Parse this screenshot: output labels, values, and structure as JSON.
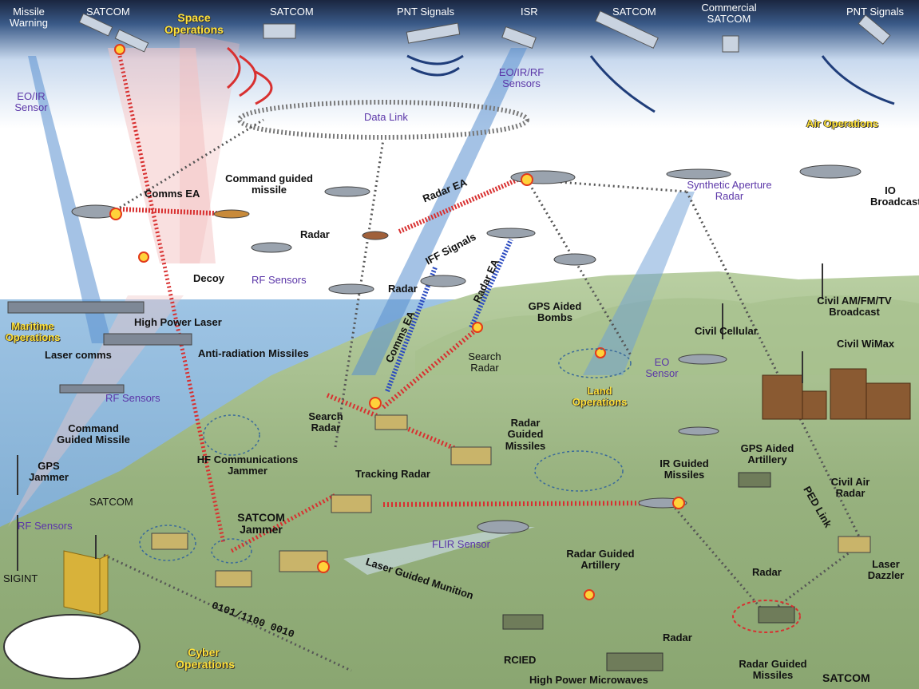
{
  "domains": {
    "space": "Space Operations",
    "air": "Air Operations",
    "maritime": "Maritime Operations",
    "land": "Land Operations",
    "cyber": "Cyber Operations"
  },
  "top_labels": {
    "missile_warning": "Missile Warning",
    "satcom1": "SATCOM",
    "satcom2": "SATCOM",
    "pnt1": "PNT Signals",
    "isr": "ISR",
    "satcom3": "SATCOM",
    "commercial_satcom": "Commercial SATCOM",
    "pnt2": "PNT Signals"
  },
  "sensors": {
    "eoir": "EO/IR Sensor",
    "eoirrf": "EO/IR/RF Sensors",
    "rf1": "RF Sensors",
    "rf2": "RF Sensors",
    "rf3": "RF Sensors",
    "eo": "EO Sensor",
    "flir": "FLIR Sensor",
    "sar": "Synthetic Aperture Radar"
  },
  "labels": {
    "data_link": "Data Link",
    "comms_ea": "Comms EA",
    "cmd_guided_missile": "Command guided missile",
    "radar_ea": "Radar EA",
    "io_broadcast": "IO Broadcast",
    "radar1": "Radar",
    "iff": "IFF Signals",
    "decoy": "Decoy",
    "radar2": "Radar",
    "radar_ea2": "Radar EA",
    "gps_aided_bombs": "GPS Aided Bombs",
    "civil_amfmtv": "Civil AM/FM/TV Broadcast",
    "high_power_laser": "High Power Laser",
    "comms_ea2": "Comms EA",
    "civil_cellular": "Civil Cellular",
    "civil_wimax": "Civil WiMax",
    "laser_comms": "Laser comms",
    "anti_radiation": "Anti-radiation Missiles",
    "search_radar1": "Search Radar",
    "search_radar2": "Search Radar",
    "radar_guided_missiles": "Radar Guided Missiles",
    "command_guided_missile": "Command Guided Missile",
    "hf_comm_jammer": "HF Communications Jammer",
    "gps_aided_artillery": "GPS Aided Artillery",
    "gps_jammer": "GPS Jammer",
    "tracking_radar": "Tracking Radar",
    "ir_guided_missiles": "IR Guided Missiles",
    "satcom_ground": "SATCOM",
    "satcom_jammer": "SATCOM Jammer",
    "civil_air_radar": "Civil Air Radar",
    "ped_link": "PED Link",
    "sigint": "SIGINT",
    "radar_guided_artillery": "Radar Guided Artillery",
    "laser_guided_munition": "Laser Guided Munition",
    "radar3": "Radar",
    "laser_dazzler": "Laser Dazzler",
    "binary": "0101/1100 0010",
    "radar4": "Radar",
    "rcied": "RCIED",
    "radar_guided_missiles2": "Radar Guided Missiles",
    "high_power_microwaves": "High Power Microwaves",
    "satcom_bottom": "SATCOM"
  }
}
